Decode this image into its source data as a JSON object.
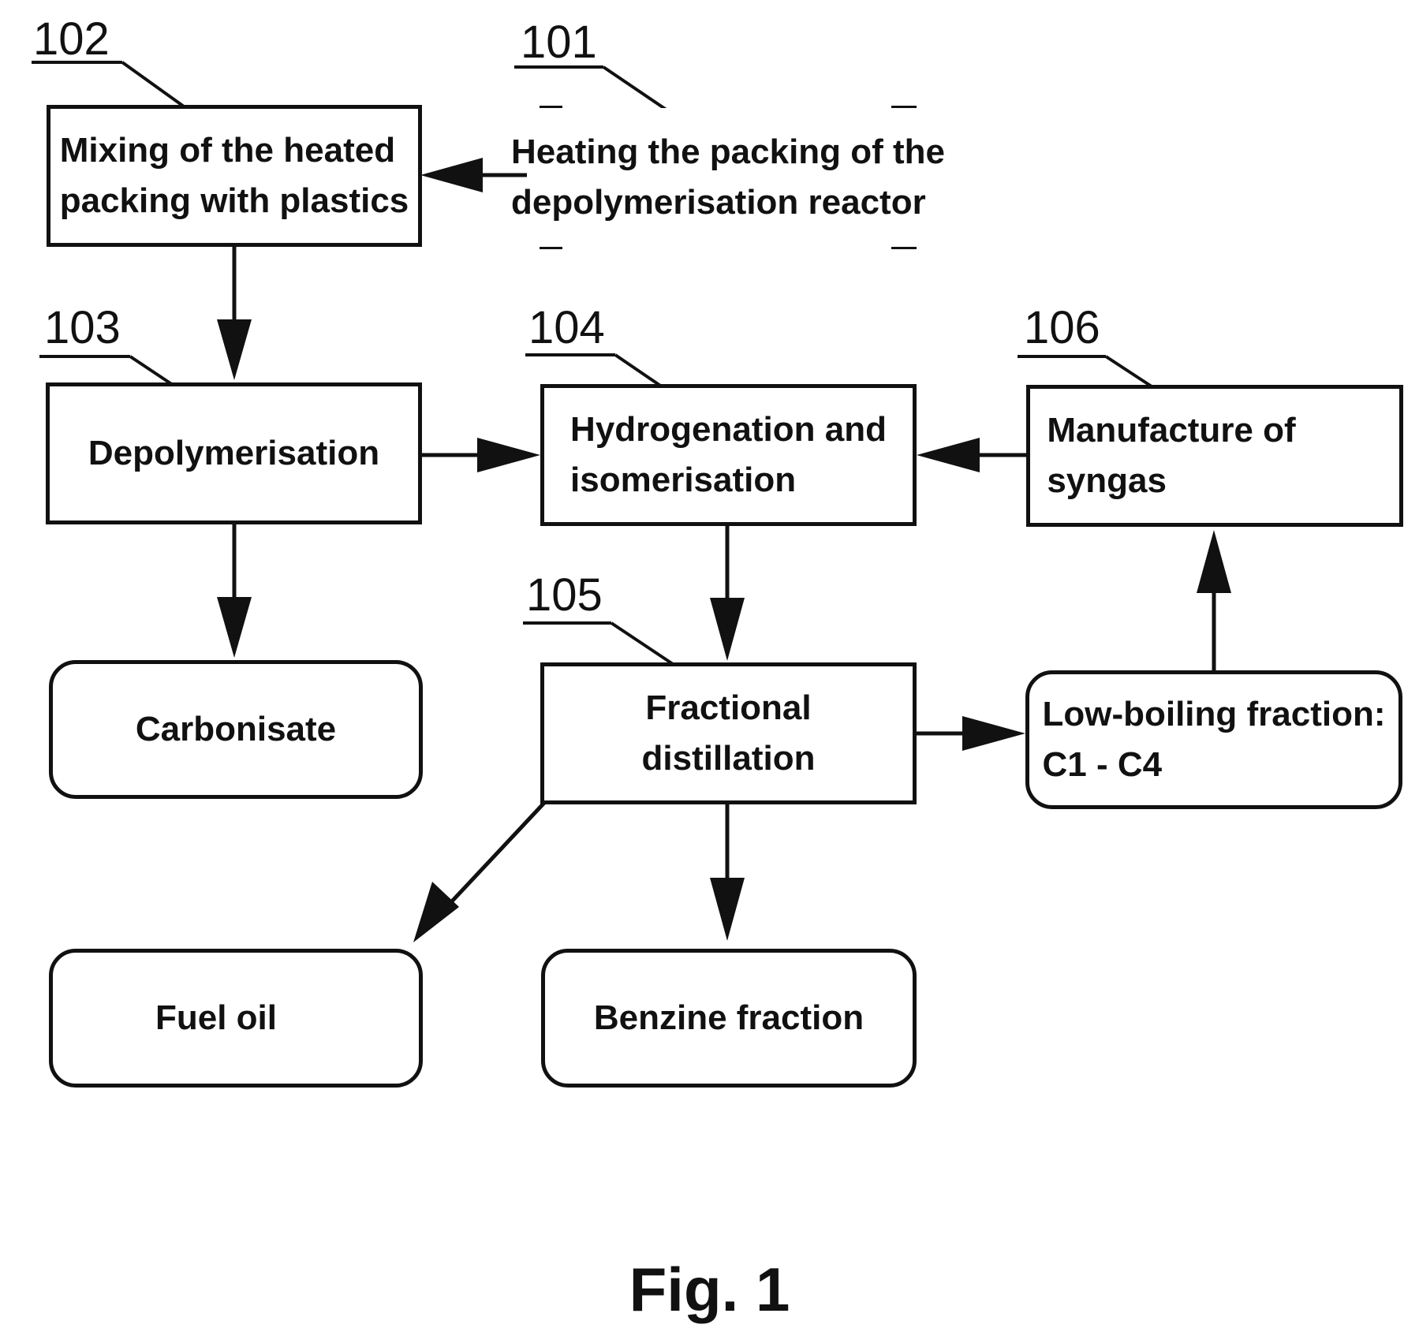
{
  "refs": {
    "r101": "101",
    "r102": "102",
    "r103": "103",
    "r104": "104",
    "r105": "105",
    "r106": "106"
  },
  "boxes": {
    "heating": [
      "Heating the packing of the",
      "depolymerisation reactor"
    ],
    "mixing": [
      "Mixing of the heated",
      "packing with plastics"
    ],
    "depolymerisation": [
      "Depolymerisation"
    ],
    "hydrogenation": [
      "Hydrogenation and",
      "isomerisation"
    ],
    "syngas": [
      "Manufacture of",
      "syngas"
    ],
    "carbonisate": [
      "Carbonisate"
    ],
    "fractional": [
      "Fractional",
      "distillation"
    ],
    "lowboiling": [
      "Low-boiling fraction:",
      "C1 - C4"
    ],
    "fueloil": [
      "Fuel oil"
    ],
    "benzine": [
      "Benzine fraction"
    ]
  },
  "caption": "Fig. 1"
}
